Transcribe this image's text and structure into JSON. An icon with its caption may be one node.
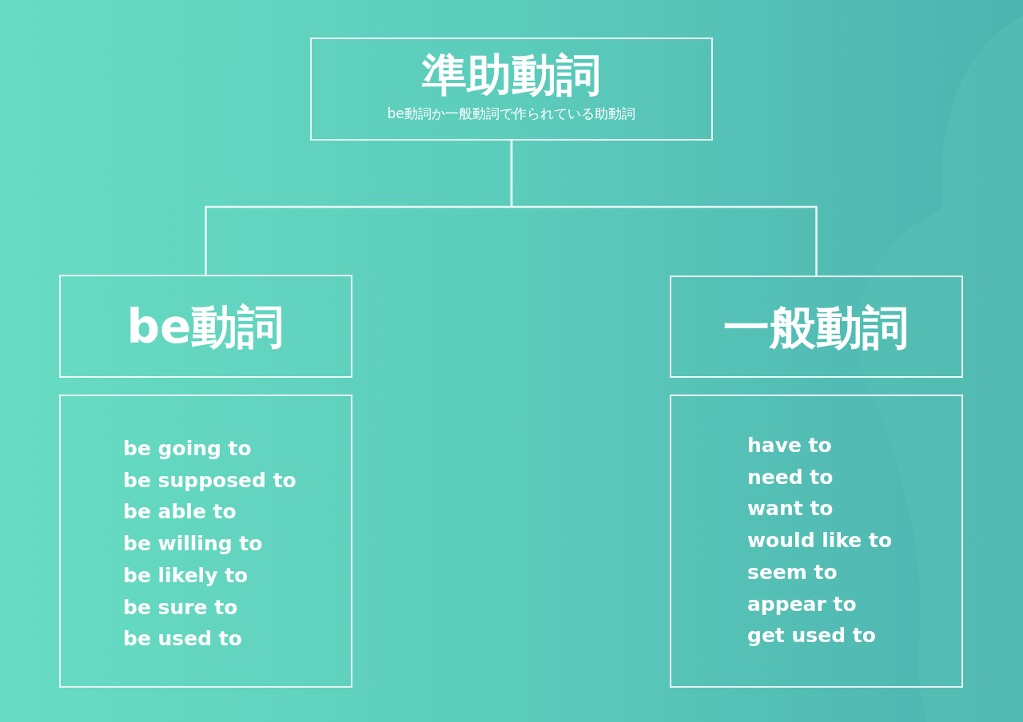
{
  "diagram": {
    "nodes": [
      {
        "text": [
          "準助動詞",
          "be動詞か一般動詞で作られている助動詞"
        ]
      },
      {
        "text": [
          "be動詞"
        ]
      },
      {
        "text": [
          "一般動詞"
        ]
      },
      {
        "text": [
          "be going to",
          "be supposed to",
          "be able to",
          "be willing to",
          "be likely to",
          "be sure to",
          "be used to"
        ]
      },
      {
        "text": [
          "have to",
          "need to",
          "want to",
          "would like to",
          "seem to",
          "appear to",
          "get used to"
        ]
      }
    ],
    "edges": [
      {
        "from": 0,
        "to": 1,
        "arrow": "none"
      },
      {
        "from": 0,
        "to": 2,
        "arrow": "none"
      }
    ]
  }
}
